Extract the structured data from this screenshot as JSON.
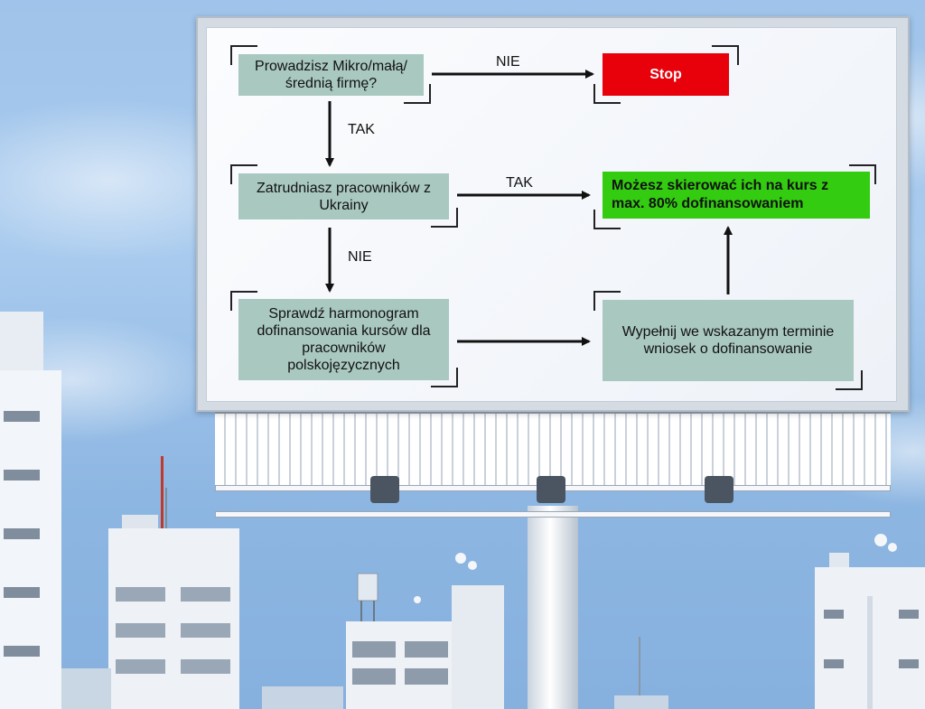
{
  "flowchart": {
    "q1": {
      "line1": "Prowadzisz Mikro/małą/",
      "line2": "średnią firmę?"
    },
    "stop": "Stop",
    "q2": {
      "line1": "Zatrudniasz pracowników z",
      "line2": "Ukrainy"
    },
    "result": {
      "line1": "Możesz skierować ich na kurs z",
      "line2": "max. 80% dofinansowaniem"
    },
    "check": {
      "line1": "Sprawdź harmonogram",
      "line2": "dofinansowania kursów dla",
      "line3": "pracowników",
      "line4": "polskojęzycznych"
    },
    "apply": {
      "line1": "Wypełnij we wskazanym terminie",
      "line2": "wniosek o dofinansowanie"
    },
    "labels": {
      "q1_to_stop": "NIE",
      "q1_to_q2": "TAK",
      "q2_to_result": "TAK",
      "q2_to_check": "NIE"
    }
  },
  "colors": {
    "box": "#a9c8c0",
    "stop": "#e8000a",
    "result": "#33cc10",
    "sky": "#9fc3ea"
  }
}
